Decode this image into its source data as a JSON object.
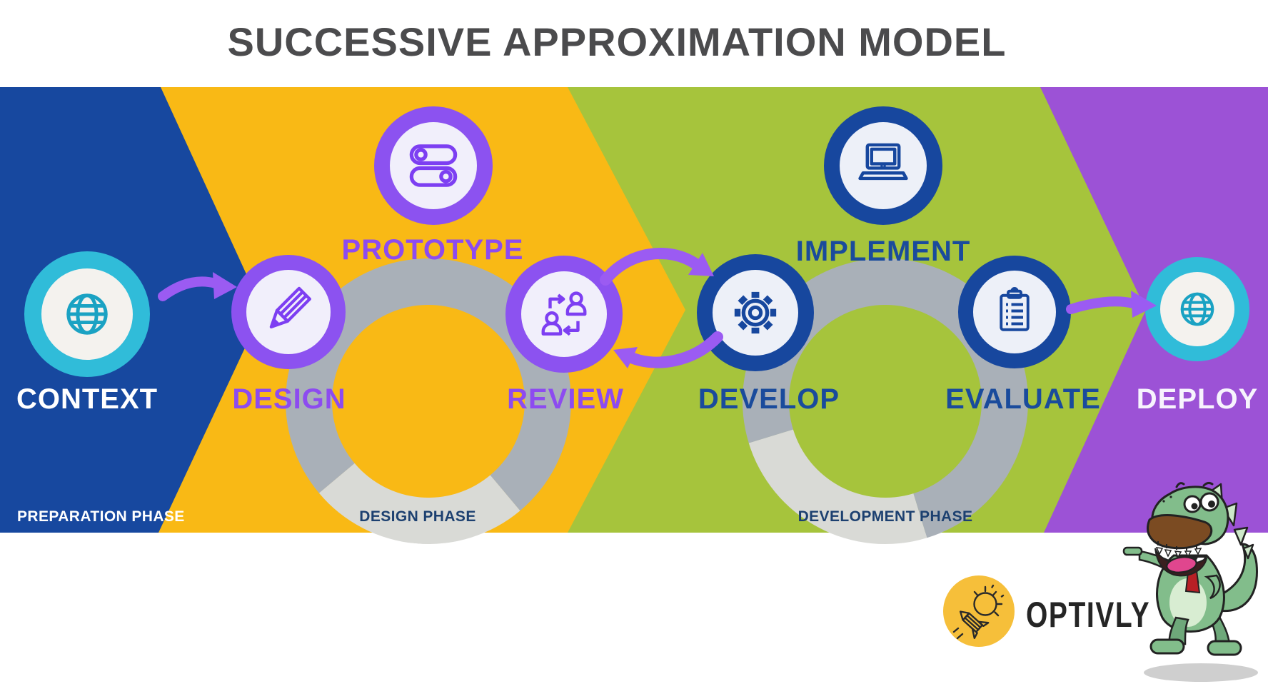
{
  "title": "SUCCESSIVE APPROXIMATION MODEL",
  "title_color": "#4b4b4d",
  "banner": {
    "sections": [
      {
        "name": "preparation",
        "color": "#17489f"
      },
      {
        "name": "design",
        "color": "#f9b915"
      },
      {
        "name": "development",
        "color": "#a6c43c"
      },
      {
        "name": "deployment",
        "color": "#9c52d6"
      }
    ],
    "loop_ring_color": "#a9b0b8",
    "loop_ring_light_color": "#d9dad6",
    "arrow_color": "#9b5bf2"
  },
  "phase_labels": [
    {
      "text": "PREPARATION PHASE",
      "color": "#ffffff"
    },
    {
      "text": "DESIGN PHASE",
      "color": "#1c4070"
    },
    {
      "text": "DEVELOPMENT PHASE",
      "color": "#1c4070"
    }
  ],
  "steps": [
    {
      "label": "CONTEXT",
      "icon": "globe-icon",
      "ring_color": "#30bcd9",
      "icon_color": "#1aa2c3",
      "label_color": "#ffffff"
    },
    {
      "label": "DESIGN",
      "icon": "pencil-icon",
      "ring_color": "#8c52f0",
      "icon_color": "#7d3ff2",
      "label_color": "#8d4bf0"
    },
    {
      "label": "PROTOTYPE",
      "icon": "toggle-switches-icon",
      "ring_color": "#8c52f0",
      "icon_color": "#7d3ff2",
      "label_color": "#8d4bf0"
    },
    {
      "label": "REVIEW",
      "icon": "people-swap-icon",
      "ring_color": "#8c52f0",
      "icon_color": "#7d3ff2",
      "label_color": "#8d4bf0"
    },
    {
      "label": "DEVELOP",
      "icon": "gear-icon",
      "ring_color": "#17479e",
      "icon_color": "#17479e",
      "label_color": "#1a4b9c"
    },
    {
      "label": "IMPLEMENT",
      "icon": "laptop-icon",
      "ring_color": "#17479e",
      "icon_color": "#17479e",
      "label_color": "#1a4b9c"
    },
    {
      "label": "EVALUATE",
      "icon": "clipboard-icon",
      "ring_color": "#17479e",
      "icon_color": "#17479e",
      "label_color": "#1a4b9c"
    },
    {
      "label": "DEPLOY",
      "icon": "globe-icon",
      "ring_color": "#30bcd9",
      "icon_color": "#1aa2c3",
      "label_color": "#f7f3fd"
    }
  ],
  "logo": {
    "brand": "OPTIVLY",
    "icon": "rocket-lightbulb-icon",
    "circle_color": "#f6bf3a",
    "text_color": "#252525"
  },
  "mascot": {
    "name": "dinosaur-mascot"
  }
}
